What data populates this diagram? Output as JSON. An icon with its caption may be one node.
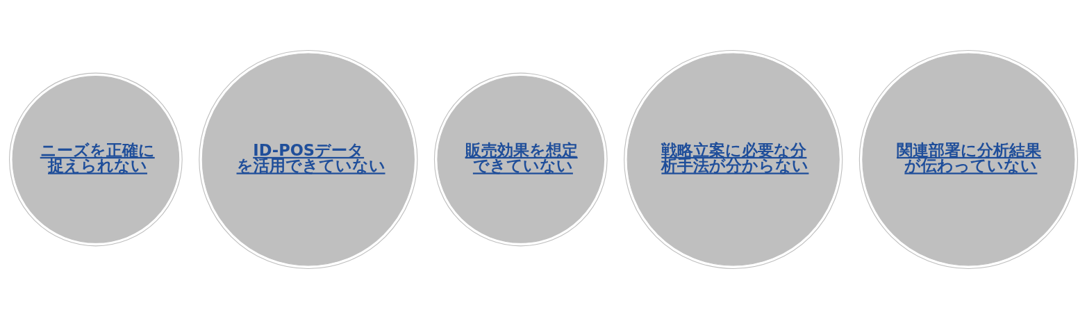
{
  "diagram": {
    "nodes": [
      {
        "text": [
          "ニーズを正確に捉えられない"
        ]
      },
      {
        "text": [
          "ID-POSデータを活用できていない"
        ]
      },
      {
        "text": [
          "販売効果を想定できていない"
        ]
      },
      {
        "text": [
          "戦略立案に必要な分析手法が分からない"
        ]
      },
      {
        "text": [
          "関連部署に分析結果が伝わっていない"
        ]
      }
    ],
    "edges": []
  }
}
